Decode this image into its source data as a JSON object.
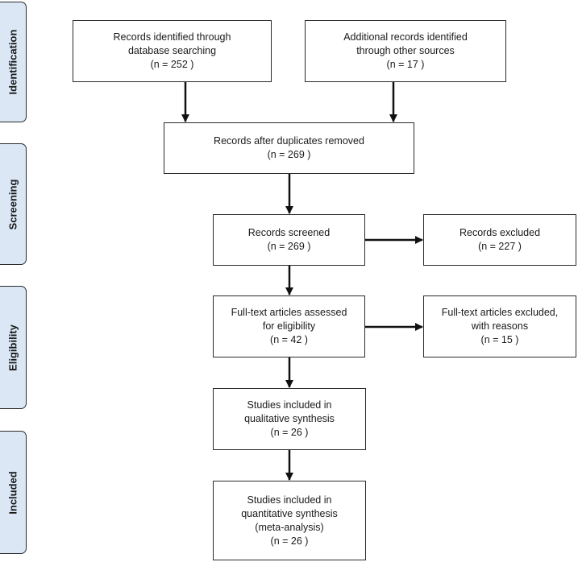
{
  "stages": [
    {
      "id": "identification",
      "label": "Identification"
    },
    {
      "id": "screening",
      "label": "Screening"
    },
    {
      "id": "eligibility",
      "label": "Eligibility"
    },
    {
      "id": "included",
      "label": "Included"
    }
  ],
  "boxes": {
    "db_search": {
      "lines": [
        "Records identified through",
        "database searching",
        "(n = 252  )"
      ]
    },
    "other_sources": {
      "lines": [
        "Additional records identified",
        "through other sources",
        "(n = 17  )"
      ]
    },
    "dedup": {
      "lines": [
        "Records after duplicates removed",
        "(n = 269  )"
      ]
    },
    "screened": {
      "lines": [
        "Records screened",
        "(n = 269  )"
      ]
    },
    "excluded": {
      "lines": [
        "Records excluded",
        "(n = 227  )"
      ]
    },
    "fulltext": {
      "lines": [
        "Full-text articles assessed",
        "for eligibility",
        "(n = 42  )"
      ]
    },
    "fulltext_excluded": {
      "lines": [
        "Full-text articles excluded,",
        "with reasons",
        "(n = 15  )"
      ]
    },
    "qualitative": {
      "lines": [
        "Studies included in",
        "qualitative synthesis",
        "(n = 26 )"
      ]
    },
    "quantitative": {
      "lines": [
        "Studies included in",
        "quantitative synthesis",
        "(meta-analysis)",
        "(n = 26  )"
      ]
    }
  }
}
